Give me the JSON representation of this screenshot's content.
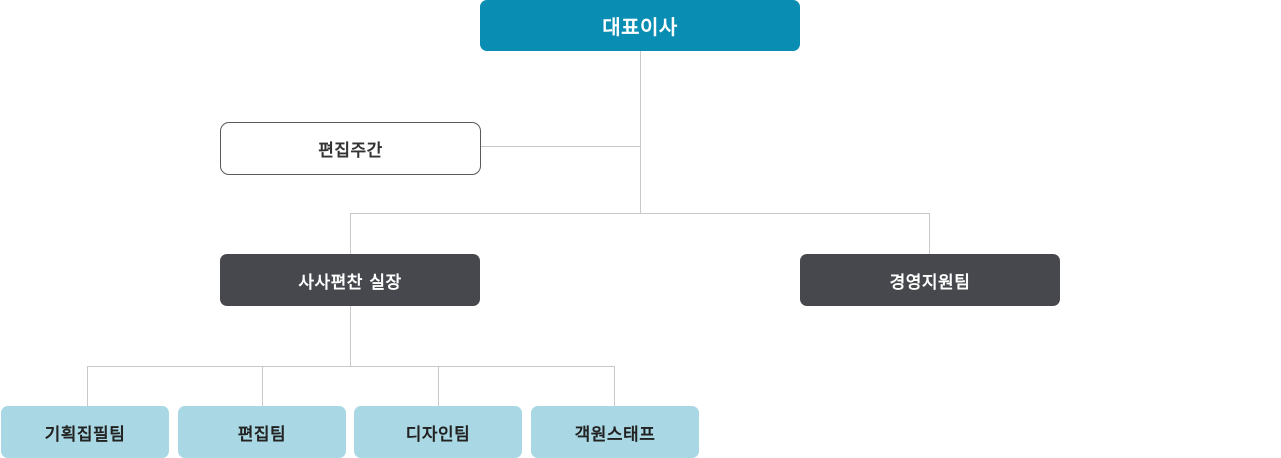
{
  "org": {
    "ceo": "대표이사",
    "editor_in_chief": "편집주간",
    "departments": [
      {
        "label": "사사편찬 실장"
      },
      {
        "label": "경영지원팀"
      }
    ],
    "teams": [
      {
        "label": "기획집필팀"
      },
      {
        "label": "편집팀"
      },
      {
        "label": "디자인팀"
      },
      {
        "label": "객원스태프"
      }
    ]
  },
  "colors": {
    "ceo_bg": "#0a8db3",
    "department_bg": "#46484d",
    "team_bg": "#a9d8e4",
    "connector": "#c8c8c8",
    "editor_border": "#5a5a5a"
  }
}
